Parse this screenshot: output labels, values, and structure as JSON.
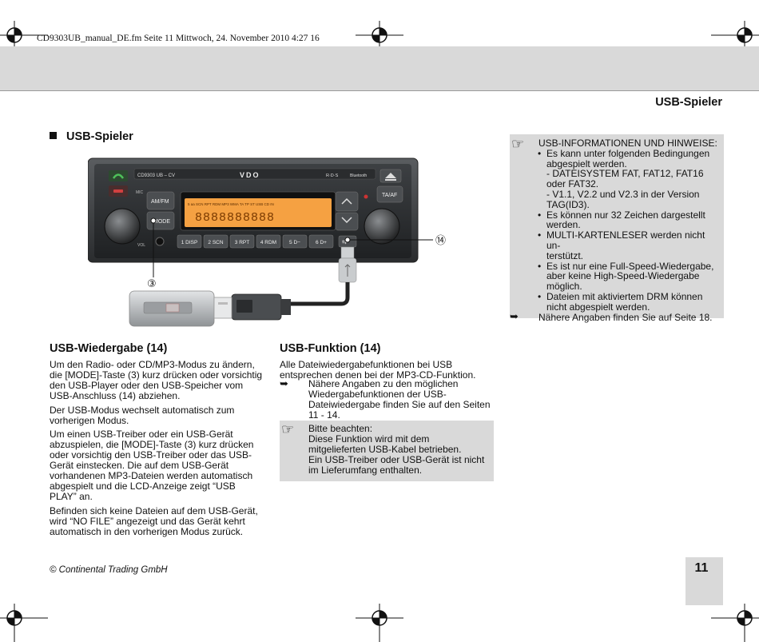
{
  "page": {
    "header_line": "CD9303UB_manual_DE.fm  Seite 11  Mittwoch, 24. November 2010  4:27 16",
    "section_header": "USB-Spieler",
    "main_heading": "USB-Spieler",
    "footer": "© Continental Trading GmbH",
    "page_number": "11"
  },
  "figure": {
    "model_label": "CD9303 UB – CV",
    "brand": "VDO",
    "rds_label": "R·D·S",
    "bluetooth_label": "Bluetooth",
    "amfm": "AM/FM",
    "mode": "MODE",
    "ta_af": "TA/AF",
    "mic": "MIC",
    "vol": "VOL",
    "display_segments": "8888888888",
    "display_indicators": "5 aa SCN RPT RDM MP3 WMA TA TP ST USB CD IN",
    "presets": [
      "1 DISP",
      "2 SCN",
      "3 RPT",
      "4 RDM",
      "5 D−",
      "6 D+"
    ],
    "callout_usb_port": "⑭",
    "callout_mode": "③"
  },
  "info_box": {
    "title": "USB-INFORMATIONEN UND HINWEISE:",
    "items": [
      "Es kann unter folgenden Bedingungen abgespielt werden.",
      "Es können nur 32 Zeichen dargestellt werden.",
      "MULTI-KARTENLESER werden nicht unterstützt.",
      "Es ist nur eine Full-Speed-Wiedergabe, aber keine High-Speed-Wiedergabe möglich.",
      "Dateien mit aktiviertem DRM können nicht abgespielt werden."
    ],
    "item1_line1": "Es kann unter folgenden Bedingungen",
    "item1_line2": "abgespielt werden.",
    "item1_line3": "- DATEISYSTEM FAT, FAT12, FAT16",
    "item1_line4": "oder FAT32.",
    "item1_line5": "- V1.1, V2.2 und V2.3 in der Version",
    "item1_line6": "TAG(ID3).",
    "item2_line1": "Es können nur 32 Zeichen dargestellt",
    "item2_line2": "werden.",
    "item3_line1": "MULTI-KARTENLESER werden nicht un-",
    "item3_line2": "terstützt.",
    "item4_line1": "Es ist nur eine Full-Speed-Wiedergabe,",
    "item4_line2": "aber keine High-Speed-Wiedergabe",
    "item4_line3": "möglich.",
    "item5_line1": "Dateien mit aktiviertem DRM können",
    "item5_line2": "nicht abgespielt werden.",
    "reference": "Nähere Angaben finden Sie auf Seite 18."
  },
  "usb_wiedergabe": {
    "heading": "USB-Wiedergabe (14)",
    "p1": "Um den Radio- oder CD/MP3-Modus zu ändern, die [MODE]-Taste (3) kurz drücken oder vorsichtig den USB-Player oder den USB-Speicher vom USB-Anschluss (14) abziehen.",
    "p2": "Der USB-Modus wechselt automatisch zum vorherigen Modus.",
    "p3": "Um einen USB-Treiber oder ein USB-Gerät abzuspielen, die [MODE]-Taste (3) kurz drücken oder vorsichtig den USB-Treiber oder das USB-Gerät einstecken. Die auf dem USB-Gerät vorhandenen MP3-Dateien werden automatisch abgespielt und die LCD-Anzeige zeigt “USB PLAY” an.",
    "p4": "Befinden sich keine Dateien auf dem USB-Gerät, wird “NO FILE” angezeigt und das Gerät kehrt automatisch in den vorherigen Modus zurück."
  },
  "usb_funktion": {
    "heading": "USB-Funktion (14)",
    "p1": "Alle Dateiwiedergabefunktionen bei USB entsprechen denen bei der MP3-CD-Funktion.",
    "reference": "Nähere Angaben zu den möglichen Wiedergabefunktionen der USB-Dateiwiedergabe finden Sie auf den Seiten 11 - 14.",
    "note_title": "Bitte beachten:",
    "note_line1": "Diese Funktion wird mit dem mitgelieferten USB-Kabel betrieben.",
    "note_line2": "Ein USB-Treiber oder USB-Gerät ist nicht im Lieferumfang enthalten."
  },
  "icons": {
    "hand": "☞",
    "arrow": "➥"
  },
  "colors": {
    "box_gray": "#d9d9d9",
    "display_orange": "#f5a142"
  }
}
